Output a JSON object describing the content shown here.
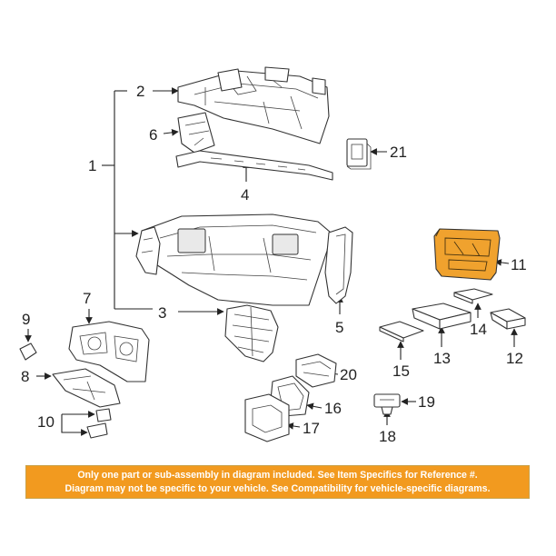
{
  "colors": {
    "highlight": "#f0a22e",
    "banner": "#f29a1f",
    "line": "#333333",
    "background": "#ffffff"
  },
  "callouts": [
    {
      "id": "1",
      "label": "1"
    },
    {
      "id": "2",
      "label": "2"
    },
    {
      "id": "3",
      "label": "3"
    },
    {
      "id": "4",
      "label": "4"
    },
    {
      "id": "5",
      "label": "5"
    },
    {
      "id": "6",
      "label": "6"
    },
    {
      "id": "7",
      "label": "7"
    },
    {
      "id": "8",
      "label": "8"
    },
    {
      "id": "9",
      "label": "9"
    },
    {
      "id": "10",
      "label": "10"
    },
    {
      "id": "11",
      "label": "11"
    },
    {
      "id": "12",
      "label": "12"
    },
    {
      "id": "13",
      "label": "13"
    },
    {
      "id": "14",
      "label": "14"
    },
    {
      "id": "15",
      "label": "15"
    },
    {
      "id": "16",
      "label": "16"
    },
    {
      "id": "17",
      "label": "17"
    },
    {
      "id": "18",
      "label": "18"
    },
    {
      "id": "19",
      "label": "19"
    },
    {
      "id": "20",
      "label": "20"
    },
    {
      "id": "21",
      "label": "21"
    }
  ],
  "highlighted_part": "11",
  "notice": {
    "line1": "Only one part or sub-assembly in diagram included. See Item Specifics for Reference #.",
    "line2": "Diagram may not be specific to your vehicle. See Compatibility for vehicle-specific diagrams."
  }
}
